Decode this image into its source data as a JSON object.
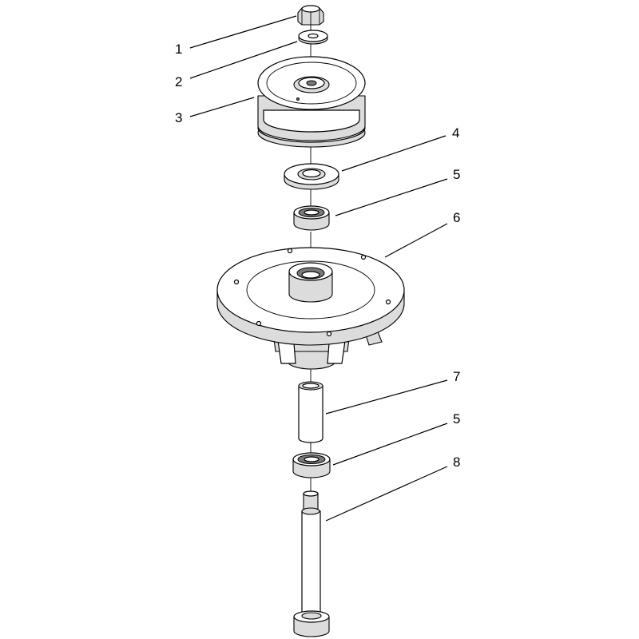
{
  "callouts": [
    {
      "id": "c1",
      "label": "1"
    },
    {
      "id": "c2",
      "label": "2"
    },
    {
      "id": "c3",
      "label": "3"
    },
    {
      "id": "c4",
      "label": "4"
    },
    {
      "id": "c5a",
      "label": "5"
    },
    {
      "id": "c6",
      "label": "6"
    },
    {
      "id": "c7",
      "label": "7"
    },
    {
      "id": "c5b",
      "label": "5"
    },
    {
      "id": "c8",
      "label": "8"
    }
  ]
}
